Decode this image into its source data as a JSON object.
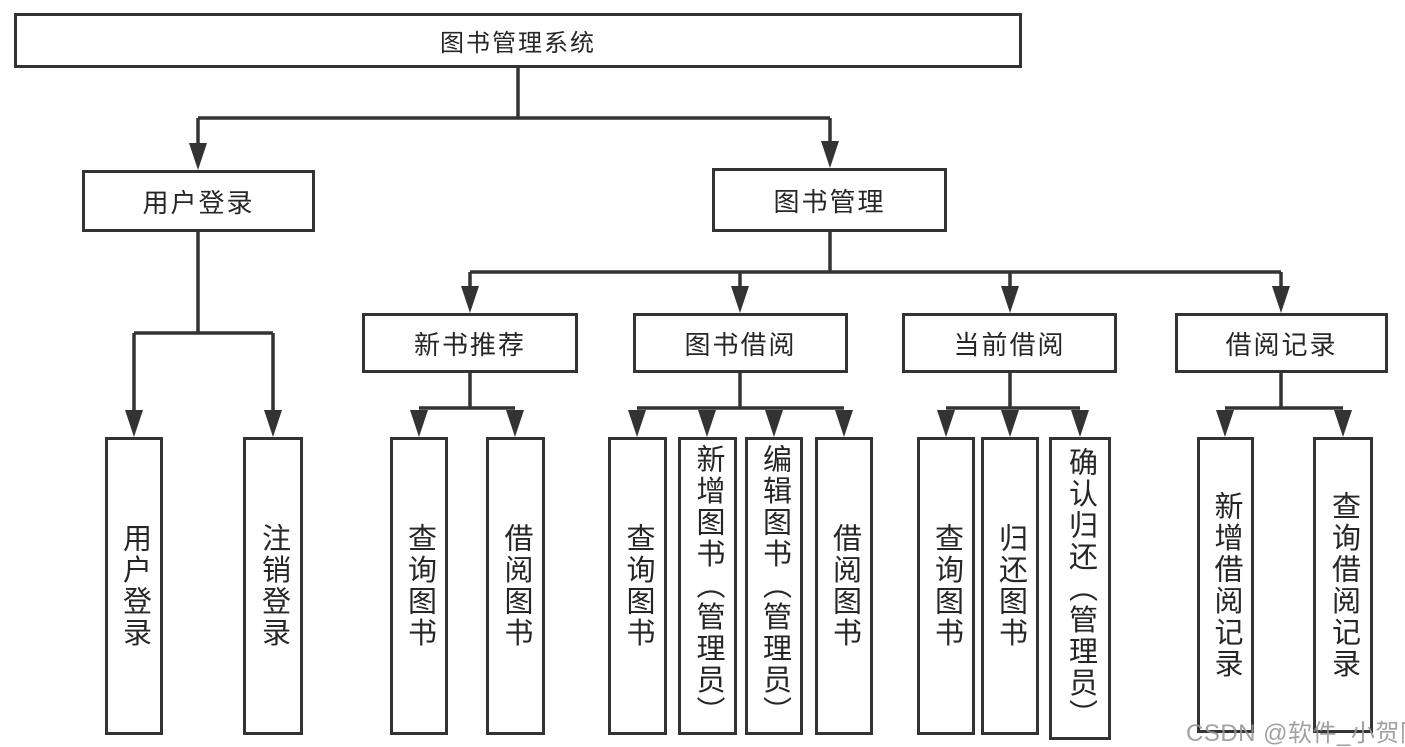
{
  "diagram": {
    "root": "图书管理系统",
    "branches": [
      {
        "label": "用户登录",
        "children": [
          "用户登录",
          "注销登录"
        ]
      },
      {
        "label": "图书管理",
        "groups": [
          {
            "label": "新书推荐",
            "children": [
              "查询图书",
              "借阅图书"
            ]
          },
          {
            "label": "图书借阅",
            "children": [
              "查询图书",
              "新增图书（管理员）",
              "编辑图书（管理员）",
              "借阅图书"
            ]
          },
          {
            "label": "当前借阅",
            "children": [
              "查询图书",
              "归还图书",
              "确认归还（管理员）"
            ]
          },
          {
            "label": "借阅记录",
            "children": [
              "新增借阅记录",
              "查询借阅记录"
            ]
          }
        ]
      }
    ]
  },
  "watermark": "CSDN @软件_小贺同学",
  "colors": {
    "line": "#333333",
    "text": "#262626",
    "watermark": "#949494",
    "background": "#ffffff"
  }
}
